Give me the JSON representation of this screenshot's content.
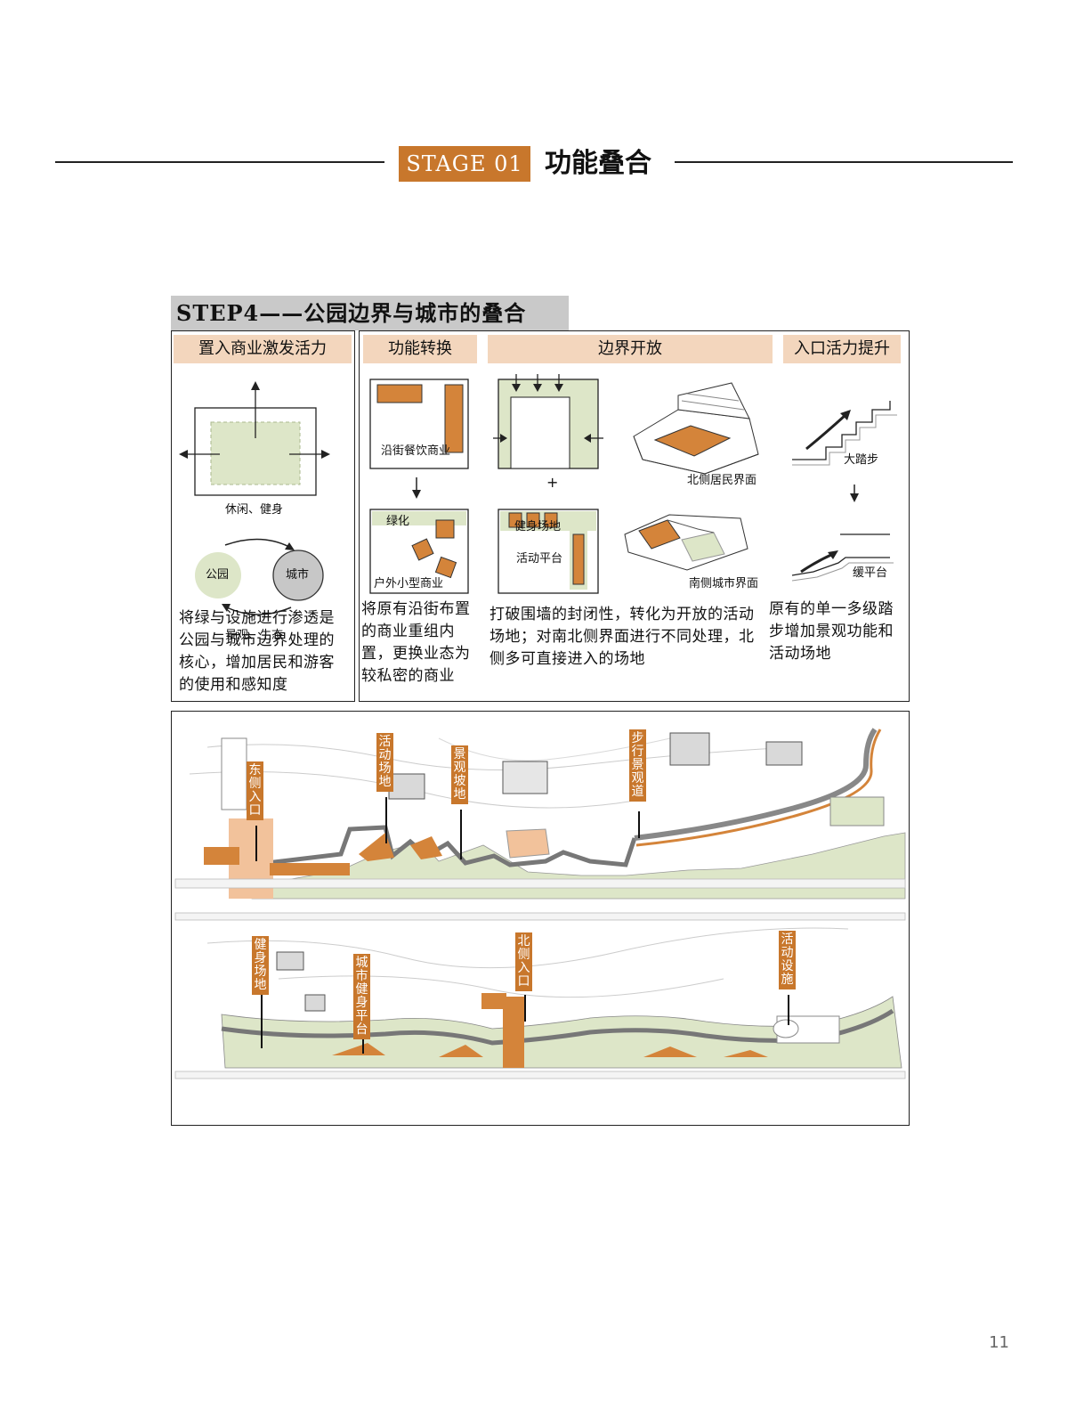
{
  "header": {
    "badge": "STAGE 01",
    "title": "功能叠合"
  },
  "step": {
    "title": "STEP4——公园边界与城市的叠合"
  },
  "panel_left": {
    "heading": "置入商业激发活力",
    "cycle_top": "休闲、健身",
    "cycle_bottom": "景观、生态",
    "node_park": "公园",
    "node_city": "城市",
    "description": "将绿与设施进行渗透是公园与城市边界处理的核心，增加居民和游客的使用和感知度"
  },
  "panel_right": {
    "col1": {
      "heading": "功能转换",
      "diagram1_label": "沿街餐饮商业",
      "diagram2_label_green": "绿化",
      "diagram2_label_shop": "户外小型商业",
      "description": "将原有沿街布置的商业重组内置，更换业态为较私密的商业"
    },
    "col2": {
      "heading": "边界开放",
      "plus": "+",
      "diagram2_label_fitness": "健身场地",
      "diagram2_label_platform": "活动平台",
      "north_label": "北侧居民界面",
      "south_label": "南侧城市界面",
      "description": "打破围墙的封闭性，转化为开放的活动场地；对南北侧界面进行不同处理，北侧多可直接进入的场地"
    },
    "col3": {
      "heading": "入口活力提升",
      "step_label": "大踏步",
      "platform_label": "缓平台",
      "description": "原有的单一多级踏步增加景观功能和活动场地"
    }
  },
  "map": {
    "top_labels": [
      "东侧入口",
      "活动场地",
      "景观坡地",
      "步行景观道"
    ],
    "bottom_labels": [
      "健身场地",
      "城市健身平台",
      "北侧入口",
      "活动设施"
    ]
  },
  "page_number": "11",
  "colors": {
    "accent": "#c8772c",
    "header_fill": "#f3d6bd",
    "green": "#dde6c8",
    "orange": "#d4843a",
    "peach": "#f2c29b",
    "gray": "#c9c9c9"
  }
}
